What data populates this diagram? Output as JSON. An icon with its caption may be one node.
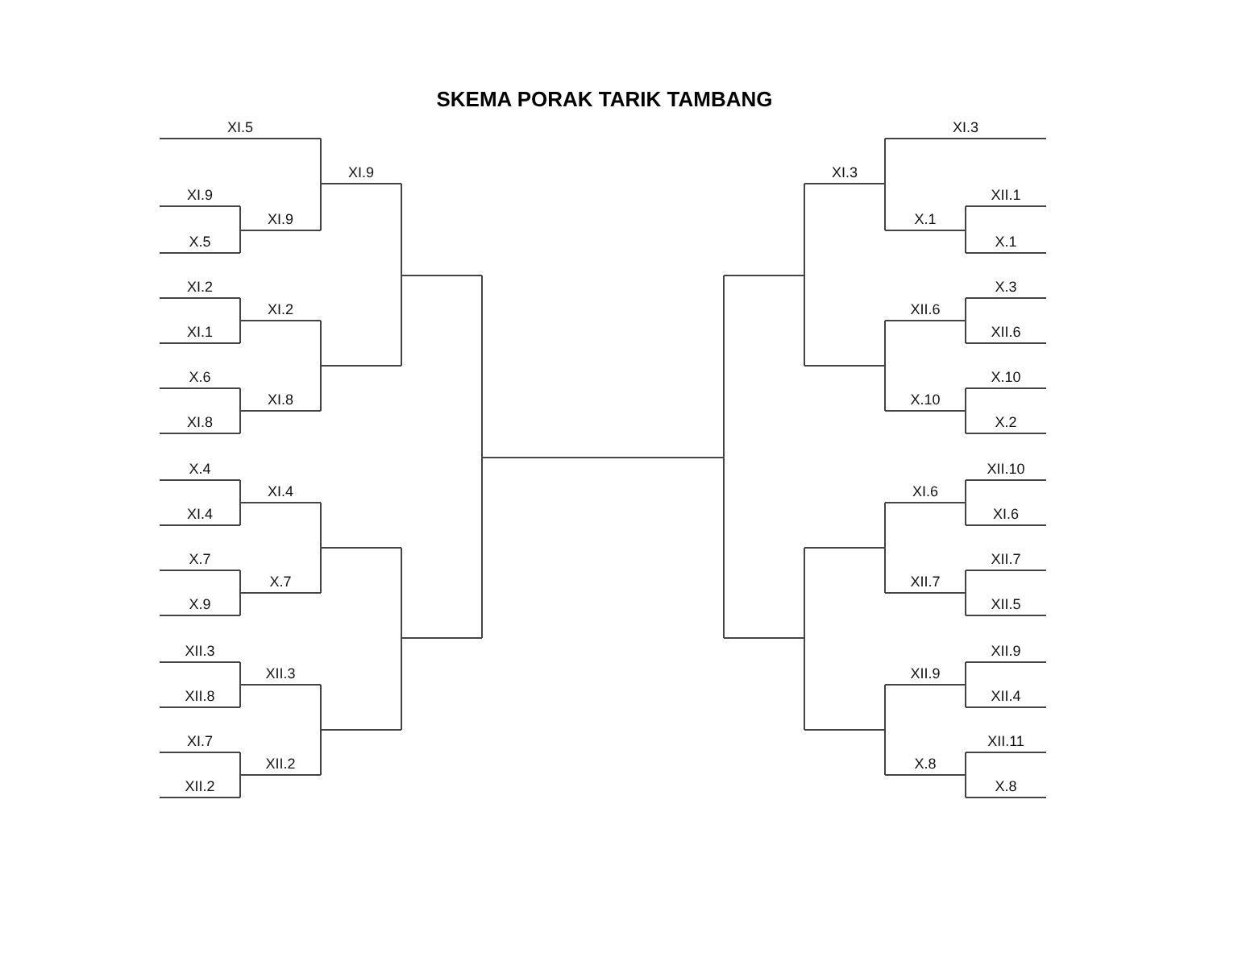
{
  "diagram": {
    "title": "SKEMA PORAK TARIK TAMBANG",
    "labels": [
      "XI.5",
      "XI.3",
      "XI.9",
      "XI.3",
      "XI.9",
      "XII.1",
      "XI.9",
      "X.1",
      "X.5",
      "X.1",
      "XI.2",
      "X.3",
      "XI.2",
      "XII.6",
      "XI.1",
      "XII.6",
      "X.6",
      "X.10",
      "XI.8",
      "X.10",
      "XI.8",
      "X.2",
      "X.4",
      "XII.10",
      "XI.4",
      "XI.6",
      "XI.4",
      "XI.6",
      "X.7",
      "XII.7",
      "X.7",
      "XII.7",
      "X.9",
      "XII.5",
      "XII.3",
      "XII.9",
      "XII.3",
      "XII.9",
      "XII.8",
      "XII.4",
      "XI.7",
      "XII.11",
      "XII.2",
      "X.8",
      "XII.2",
      "X.8"
    ]
  }
}
